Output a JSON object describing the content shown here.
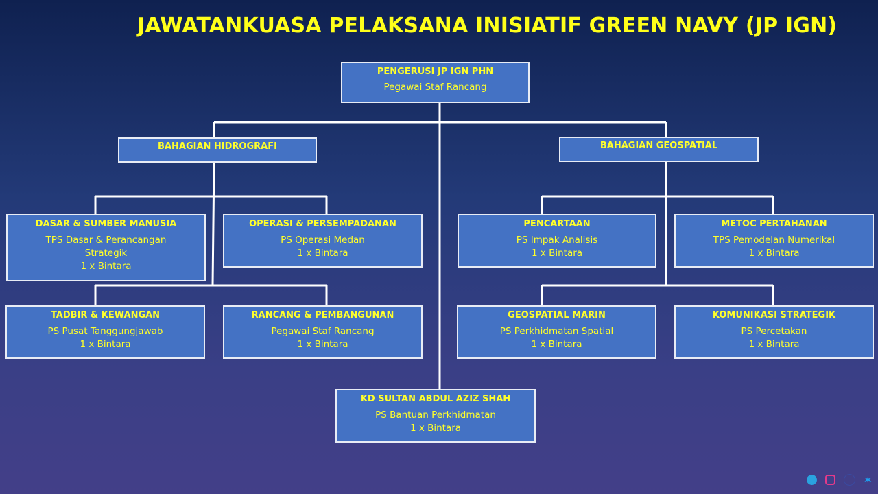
{
  "title": "JAWATANKUASA PELAKSANA INISIATIF GREEN NAVY (JP IGN)",
  "root": {
    "title": "PENGERUSI JP IGN PHN",
    "lines": [
      "Pegawai Staf Rancang"
    ]
  },
  "departments": [
    {
      "title": "BAHAGIAN HIDROGRAFI"
    },
    {
      "title": "BAHAGIAN GEOSPATIAL"
    }
  ],
  "units": [
    {
      "title": "DASAR & SUMBER MANUSIA",
      "lines": [
        "TPS Dasar & Perancangan",
        "Strategik",
        "1 x Bintara"
      ]
    },
    {
      "title": "OPERASI & PERSEMPADANAN",
      "lines": [
        "PS Operasi Medan",
        "1 x Bintara"
      ]
    },
    {
      "title": "TADBIR & KEWANGAN",
      "lines": [
        "PS Pusat Tanggungjawab",
        "1 x Bintara"
      ]
    },
    {
      "title": "RANCANG & PEMBANGUNAN",
      "lines": [
        "Pegawai Staf Rancang",
        "1 x Bintara"
      ]
    },
    {
      "title": "PENCARTAAN",
      "lines": [
        "PS Impak Analisis",
        "1 x Bintara"
      ]
    },
    {
      "title": "METOC PERTAHANAN",
      "lines": [
        "TPS Pemodelan Numerikal",
        "1 x Bintara"
      ]
    },
    {
      "title": "GEOSPATIAL MARIN",
      "lines": [
        "PS Perkhidmatan Spatial",
        "1 x Bintara"
      ]
    },
    {
      "title": "KOMUNIKASI STRATEGIK",
      "lines": [
        "PS Percetakan",
        "1 x Bintara"
      ]
    }
  ],
  "base": {
    "title": "KD SULTAN ABDUL AZIZ SHAH",
    "lines": [
      "PS Bantuan Perkhidmatan",
      "1 x Bintara"
    ]
  },
  "social_icons": [
    "telegram-icon",
    "instagram-icon",
    "threads-icon",
    "twitter-icon"
  ]
}
